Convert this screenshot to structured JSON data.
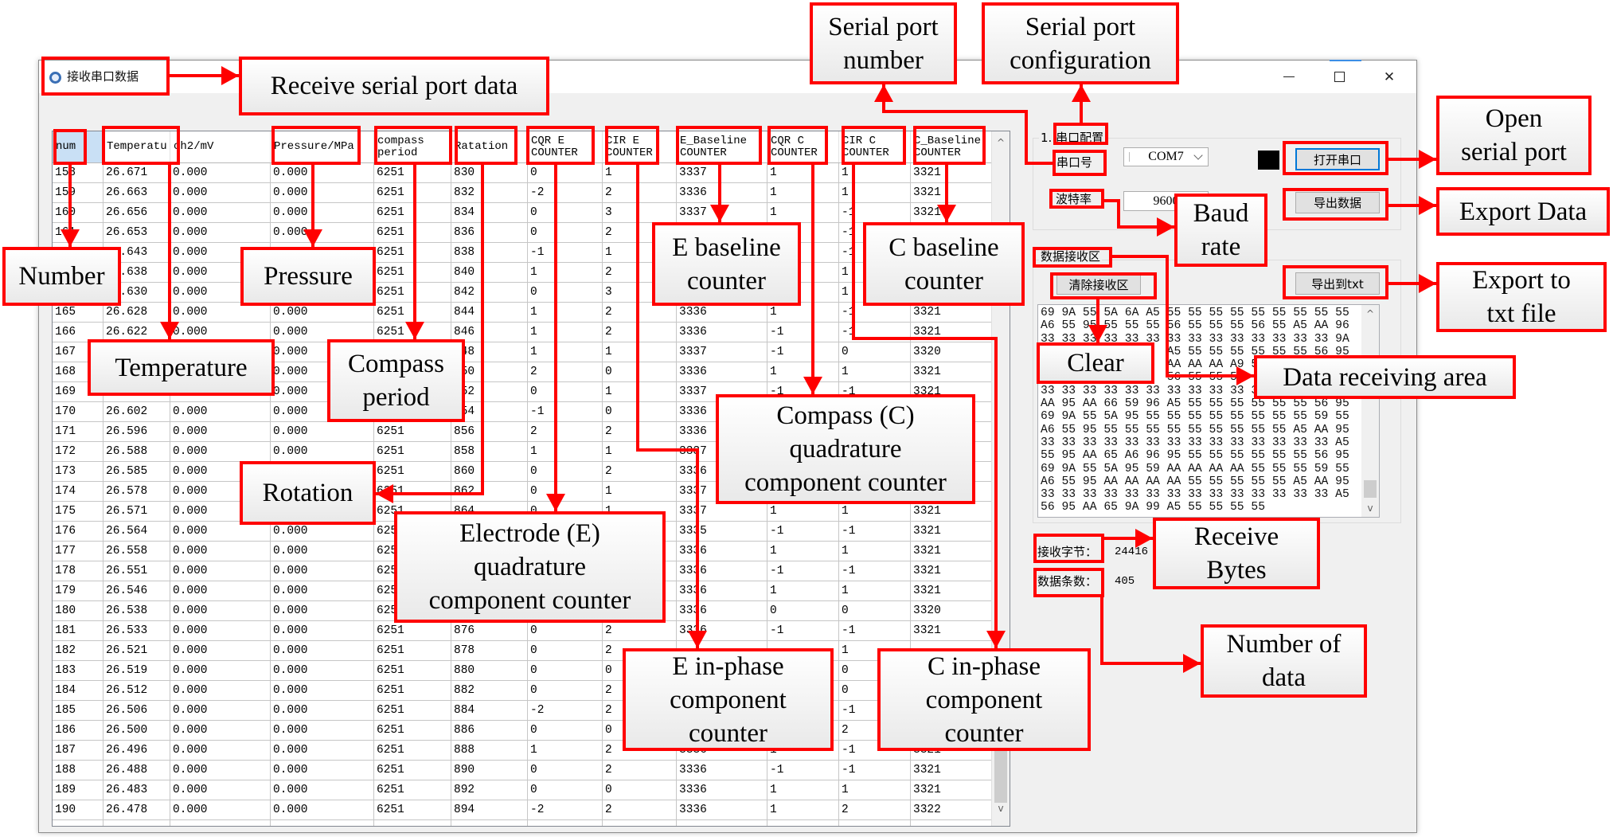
{
  "colors": {
    "annotation": "#ff0000",
    "focus_border": "#0078d7",
    "selected_header": "#c9e0f5",
    "status_led": "#000000"
  },
  "window": {
    "title": "接收串口数据",
    "icon": "app-icon"
  },
  "table": {
    "columns": [
      "num",
      "Temperatu",
      "ch2/mV",
      "Pressure/MPa",
      "compass\nperiod",
      "Ratation",
      "CQR E\nCOUNTER",
      "CIR E\nCOUNTER",
      "E_Baseline\nCOUNTER",
      "CQR C\nCOUNTER",
      "CIR C\nCOUNTER",
      "C_Baseline\nCOUNTER"
    ],
    "keys": [
      "num",
      "temperature",
      "ch2",
      "pressure",
      "compass-period",
      "rotation",
      "cqr-e",
      "cir-e",
      "e-baseline",
      "cqr-c",
      "cir-c",
      "c-baseline"
    ],
    "rows": [
      [
        "158",
        "26.671",
        "0.000",
        "0.000",
        "6251",
        "830",
        "0",
        "1",
        "3337",
        "1",
        "1",
        "3321"
      ],
      [
        "159",
        "26.663",
        "0.000",
        "0.000",
        "6251",
        "832",
        "-2",
        "2",
        "3336",
        "1",
        "1",
        "3321"
      ],
      [
        "160",
        "26.656",
        "0.000",
        "0.000",
        "6251",
        "834",
        "0",
        "3",
        "3337",
        "1",
        "-1",
        "3321"
      ],
      [
        "161",
        "26.653",
        "0.000",
        "0.000",
        "6251",
        "836",
        "0",
        "2",
        "",
        "",
        "-1",
        ""
      ],
      [
        "162",
        "26.643",
        "0.000",
        "",
        "6251",
        "838",
        "-1",
        "1",
        "",
        "",
        "-1",
        ""
      ],
      [
        "163",
        "26.638",
        "0.000",
        "",
        "6251",
        "840",
        "1",
        "2",
        "",
        "",
        "1",
        ""
      ],
      [
        "164",
        "26.630",
        "0.000",
        "",
        "6251",
        "842",
        "0",
        "3",
        "",
        "",
        "1",
        ""
      ],
      [
        "165",
        "26.628",
        "0.000",
        "0.000",
        "6251",
        "844",
        "1",
        "2",
        "3336",
        "1",
        "-1",
        "3321"
      ],
      [
        "166",
        "26.622",
        "0.000",
        "0.000",
        "6251",
        "846",
        "1",
        "2",
        "3336",
        "-1",
        "-1",
        "3321"
      ],
      [
        "167",
        "",
        "",
        "0.000",
        "",
        "848",
        "1",
        "1",
        "3337",
        "-1",
        "0",
        "3320"
      ],
      [
        "168",
        "",
        "",
        "0.000",
        "",
        "850",
        "2",
        "0",
        "3336",
        "1",
        "1",
        "3321"
      ],
      [
        "169",
        "",
        "",
        "0.000",
        "",
        "852",
        "0",
        "1",
        "3337",
        "-1",
        "-1",
        "3321"
      ],
      [
        "170",
        "26.602",
        "0.000",
        "0.000",
        "",
        "854",
        "-1",
        "0",
        "3336",
        "",
        "",
        ""
      ],
      [
        "171",
        "26.596",
        "0.000",
        "0.000",
        "6251",
        "856",
        "2",
        "2",
        "3336",
        "",
        "",
        ""
      ],
      [
        "172",
        "26.588",
        "0.000",
        "0.000",
        "6251",
        "858",
        "1",
        "1",
        "3337",
        "",
        "",
        ""
      ],
      [
        "173",
        "26.585",
        "0.000",
        "",
        "6251",
        "860",
        "0",
        "2",
        "3336",
        "",
        "",
        ""
      ],
      [
        "174",
        "26.578",
        "0.000",
        "",
        "6251",
        "862",
        "0",
        "1",
        "3337",
        "",
        "",
        ""
      ],
      [
        "175",
        "26.571",
        "0.000",
        "",
        "6251",
        "864",
        "0",
        "1",
        "3337",
        "1",
        "1",
        "3321"
      ],
      [
        "176",
        "26.564",
        "0.000",
        "0.000",
        "6251",
        "",
        "",
        "",
        "3335",
        "-1",
        "-1",
        "3321"
      ],
      [
        "177",
        "26.558",
        "0.000",
        "0.000",
        "6251",
        "",
        "",
        "",
        "3336",
        "1",
        "1",
        "3321"
      ],
      [
        "178",
        "26.551",
        "0.000",
        "0.000",
        "6251",
        "",
        "",
        "",
        "3336",
        "-1",
        "-1",
        "3321"
      ],
      [
        "179",
        "26.546",
        "0.000",
        "0.000",
        "6251",
        "",
        "",
        "",
        "3336",
        "1",
        "1",
        "3321"
      ],
      [
        "180",
        "26.538",
        "0.000",
        "0.000",
        "6251",
        "",
        "",
        "",
        "3336",
        "0",
        "0",
        "3320"
      ],
      [
        "181",
        "26.533",
        "0.000",
        "0.000",
        "6251",
        "876",
        "0",
        "2",
        "3336",
        "-1",
        "-1",
        "3321"
      ],
      [
        "182",
        "26.521",
        "0.000",
        "0.000",
        "6251",
        "878",
        "0",
        "2",
        "",
        "",
        "1",
        ""
      ],
      [
        "183",
        "26.519",
        "0.000",
        "0.000",
        "6251",
        "880",
        "0",
        "0",
        "",
        "",
        "0",
        ""
      ],
      [
        "184",
        "26.512",
        "0.000",
        "0.000",
        "6251",
        "882",
        "0",
        "2",
        "",
        "",
        "0",
        ""
      ],
      [
        "185",
        "26.506",
        "0.000",
        "0.000",
        "6251",
        "884",
        "-2",
        "2",
        "",
        "",
        "-1",
        ""
      ],
      [
        "186",
        "26.500",
        "0.000",
        "0.000",
        "6251",
        "886",
        "0",
        "0",
        "",
        "",
        "2",
        ""
      ],
      [
        "187",
        "26.496",
        "0.000",
        "0.000",
        "6251",
        "888",
        "1",
        "2",
        "3336",
        "1",
        "-1",
        "3321"
      ],
      [
        "188",
        "26.488",
        "0.000",
        "0.000",
        "6251",
        "890",
        "0",
        "2",
        "3336",
        "-1",
        "-1",
        "3321"
      ],
      [
        "189",
        "26.483",
        "0.000",
        "0.000",
        "6251",
        "892",
        "0",
        "0",
        "3336",
        "1",
        "1",
        "3321"
      ],
      [
        "190",
        "26.478",
        "0.000",
        "0.000",
        "6251",
        "894",
        "-2",
        "2",
        "3336",
        "1",
        "2",
        "3322"
      ]
    ],
    "scroll_up": "^",
    "scroll_down": "v"
  },
  "serial_config": {
    "group_label": "1. 串口配置",
    "port_label": "串口号",
    "port_value": "COM7",
    "baud_label": "波特率",
    "baud_value": "9600",
    "open_button": "打开串口",
    "export_button": "导出数据"
  },
  "receive_area": {
    "group_label": "数据接收区",
    "clear_button": "清除接收区",
    "export_txt_button": "导出到txt",
    "hex_lines": [
      "69 9A 55 5A 6A A5 55 55 55 55 55 55 55 55 55",
      "A6 55 95 55 55 55 56 55 55 55 56 55 A5 AA 96",
      "33 33 33 33 33 33 33 33 33 33 33 33 33 33 9A",
      "                  A5 55 55 55 55 55 55 56 95",
      "                  AA AA AA A9 55",
      "                  56 55 55 55",
      "33 33 33 33 33 33 33 33 33 33 33",
      "AA 95 AA 66 59 96 A5 55 55 55 55 55 55 56 95",
      "69 9A 55 5A 95 55 55 55 55 55 55 55 55 59 55",
      "A6 55 95 55 55 55 55 55 55 55 55 55 A5 AA 95",
      "33 33 33 33 33 33 33 33 33 33 33 33 33 33 A5",
      "55 95 AA 65 A6 96 95 55 55 55 55 55 55 56 95",
      "69 9A 55 5A 95 59 AA AA AA AA 55 55 55 59 55",
      "A6 55 95 AA AA AA AA 55 55 55 55 55 A5 AA 95",
      "33 33 33 33 33 33 33 33 33 33 33 33 33 33 A5",
      "56 95 AA 65 9A 99 A5 55 55 55 55"
    ]
  },
  "stats": {
    "bytes_label": "接收字节：",
    "bytes_value": "24416",
    "count_label": "数据条数：",
    "count_value": "405"
  },
  "annotations": {
    "receive_serial_port_data": "Receive serial port data",
    "serial_port_number": "Serial port\nnumber",
    "serial_port_configuration": "Serial port\nconfiguration",
    "open_serial_port": "Open\nserial port",
    "export_data": "Export Data",
    "export_to_txt": "Export to\ntxt file",
    "baud_rate": "Baud\nrate",
    "number": "Number",
    "pressure": "Pressure",
    "e_baseline": "E baseline\ncounter",
    "c_baseline": "C baseline\ncounter",
    "temperature": "Temperature",
    "compass_period": "Compass\nperiod",
    "clear": "Clear",
    "data_receiving_area": "Data receiving area",
    "compass_quadrature": "Compass (C)\nquadrature\ncomponent counter",
    "rotation": "Rotation",
    "electrode_quadrature": "Electrode (E)\nquadrature\ncomponent counter",
    "receive_bytes": "Receive\nBytes",
    "number_of_data": "Number of\ndata",
    "e_inphase": "E in-phase\ncomponent\ncounter",
    "c_inphase": "C in-phase\ncomponent\ncounter"
  }
}
